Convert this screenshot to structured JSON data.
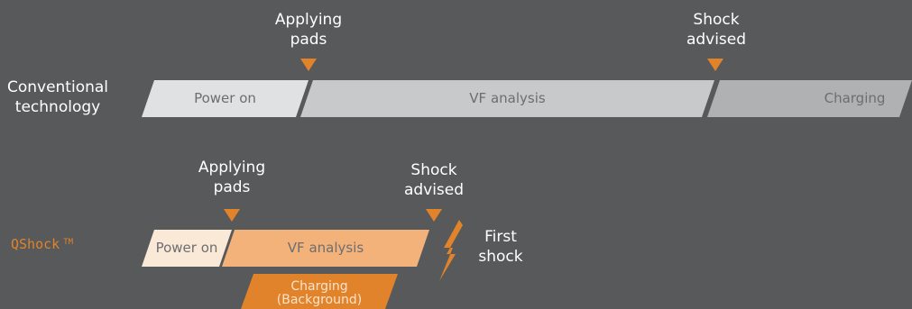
{
  "rows": {
    "conventional": {
      "label": "Conventional\ntechnology",
      "markers": [
        {
          "text": "Applying\npads"
        },
        {
          "text": "Shock\nadvised"
        }
      ],
      "segments": [
        {
          "label": "Power on",
          "color": "#dfe1e2",
          "text_color": "#6d6e70"
        },
        {
          "label": "VF analysis",
          "color": "#c8c9ca",
          "text_color": "#6d6e70"
        },
        {
          "label": "Charging",
          "color": "#b0b1b3",
          "text_color": "#6d6e70"
        }
      ]
    },
    "qshock": {
      "label": "QShock",
      "trademark": "TM",
      "markers": [
        {
          "text": "Applying\npads"
        },
        {
          "text": "Shock\nadvised"
        }
      ],
      "segments": [
        {
          "label": "Power on",
          "color": "#fbe9d7",
          "text_color": "#6d6e70"
        },
        {
          "label": "VF analysis",
          "color": "#f3b27a",
          "text_color": "#6d6e70"
        },
        {
          "label": "Charging\n(Background)",
          "color": "#e0832a",
          "text_color": "#fbe3cb"
        }
      ],
      "first_shock": "First\nshock"
    }
  },
  "colors": {
    "background": "#58595b",
    "marker": "#e0832a",
    "bolt": "#e0832a"
  }
}
